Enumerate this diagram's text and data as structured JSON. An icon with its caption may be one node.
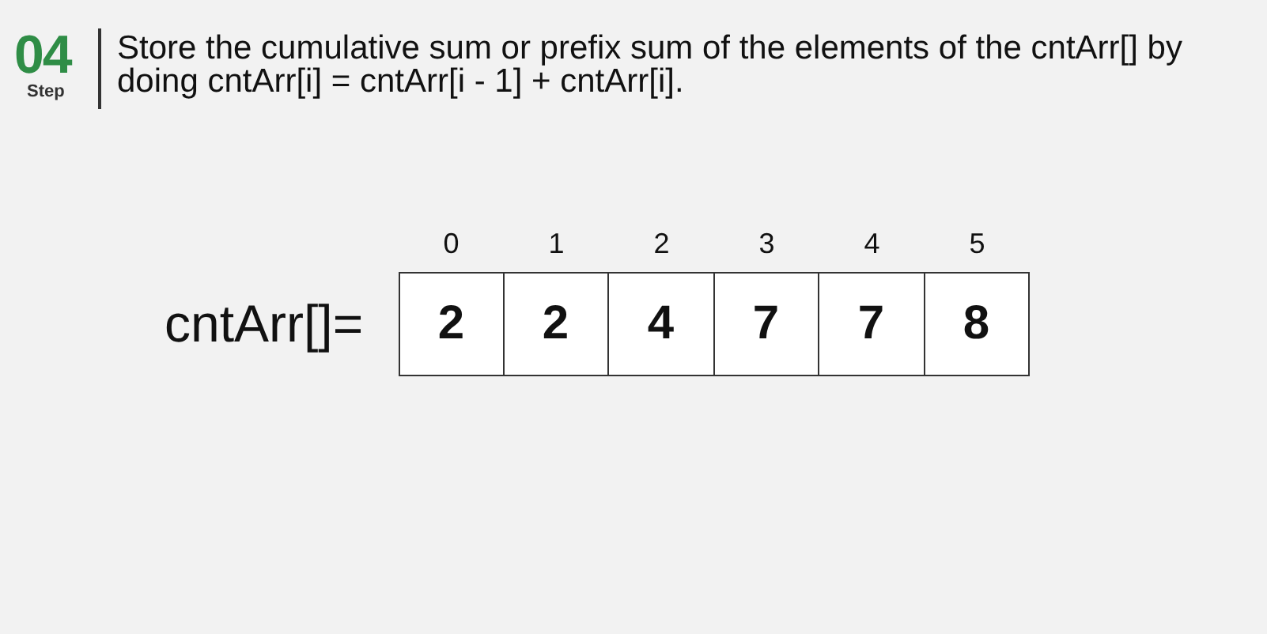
{
  "diagram": {
    "title": "Store the cumulative sum or prefix sum of the elements of the cntArr[] by doing cntArr[i] = cntArr[i - 1] + cntArr[i].",
    "nodes": [
      {
        "text": [
          "2"
        ]
      },
      {
        "text": [
          "2"
        ]
      },
      {
        "text": [
          "4"
        ]
      },
      {
        "text": [
          "7"
        ]
      },
      {
        "text": [
          "7"
        ]
      },
      {
        "text": [
          "8"
        ]
      }
    ],
    "labels": [
      "04",
      "Step",
      "0",
      "1",
      "2",
      "3",
      "4",
      "5",
      "cntArr[]="
    ]
  }
}
